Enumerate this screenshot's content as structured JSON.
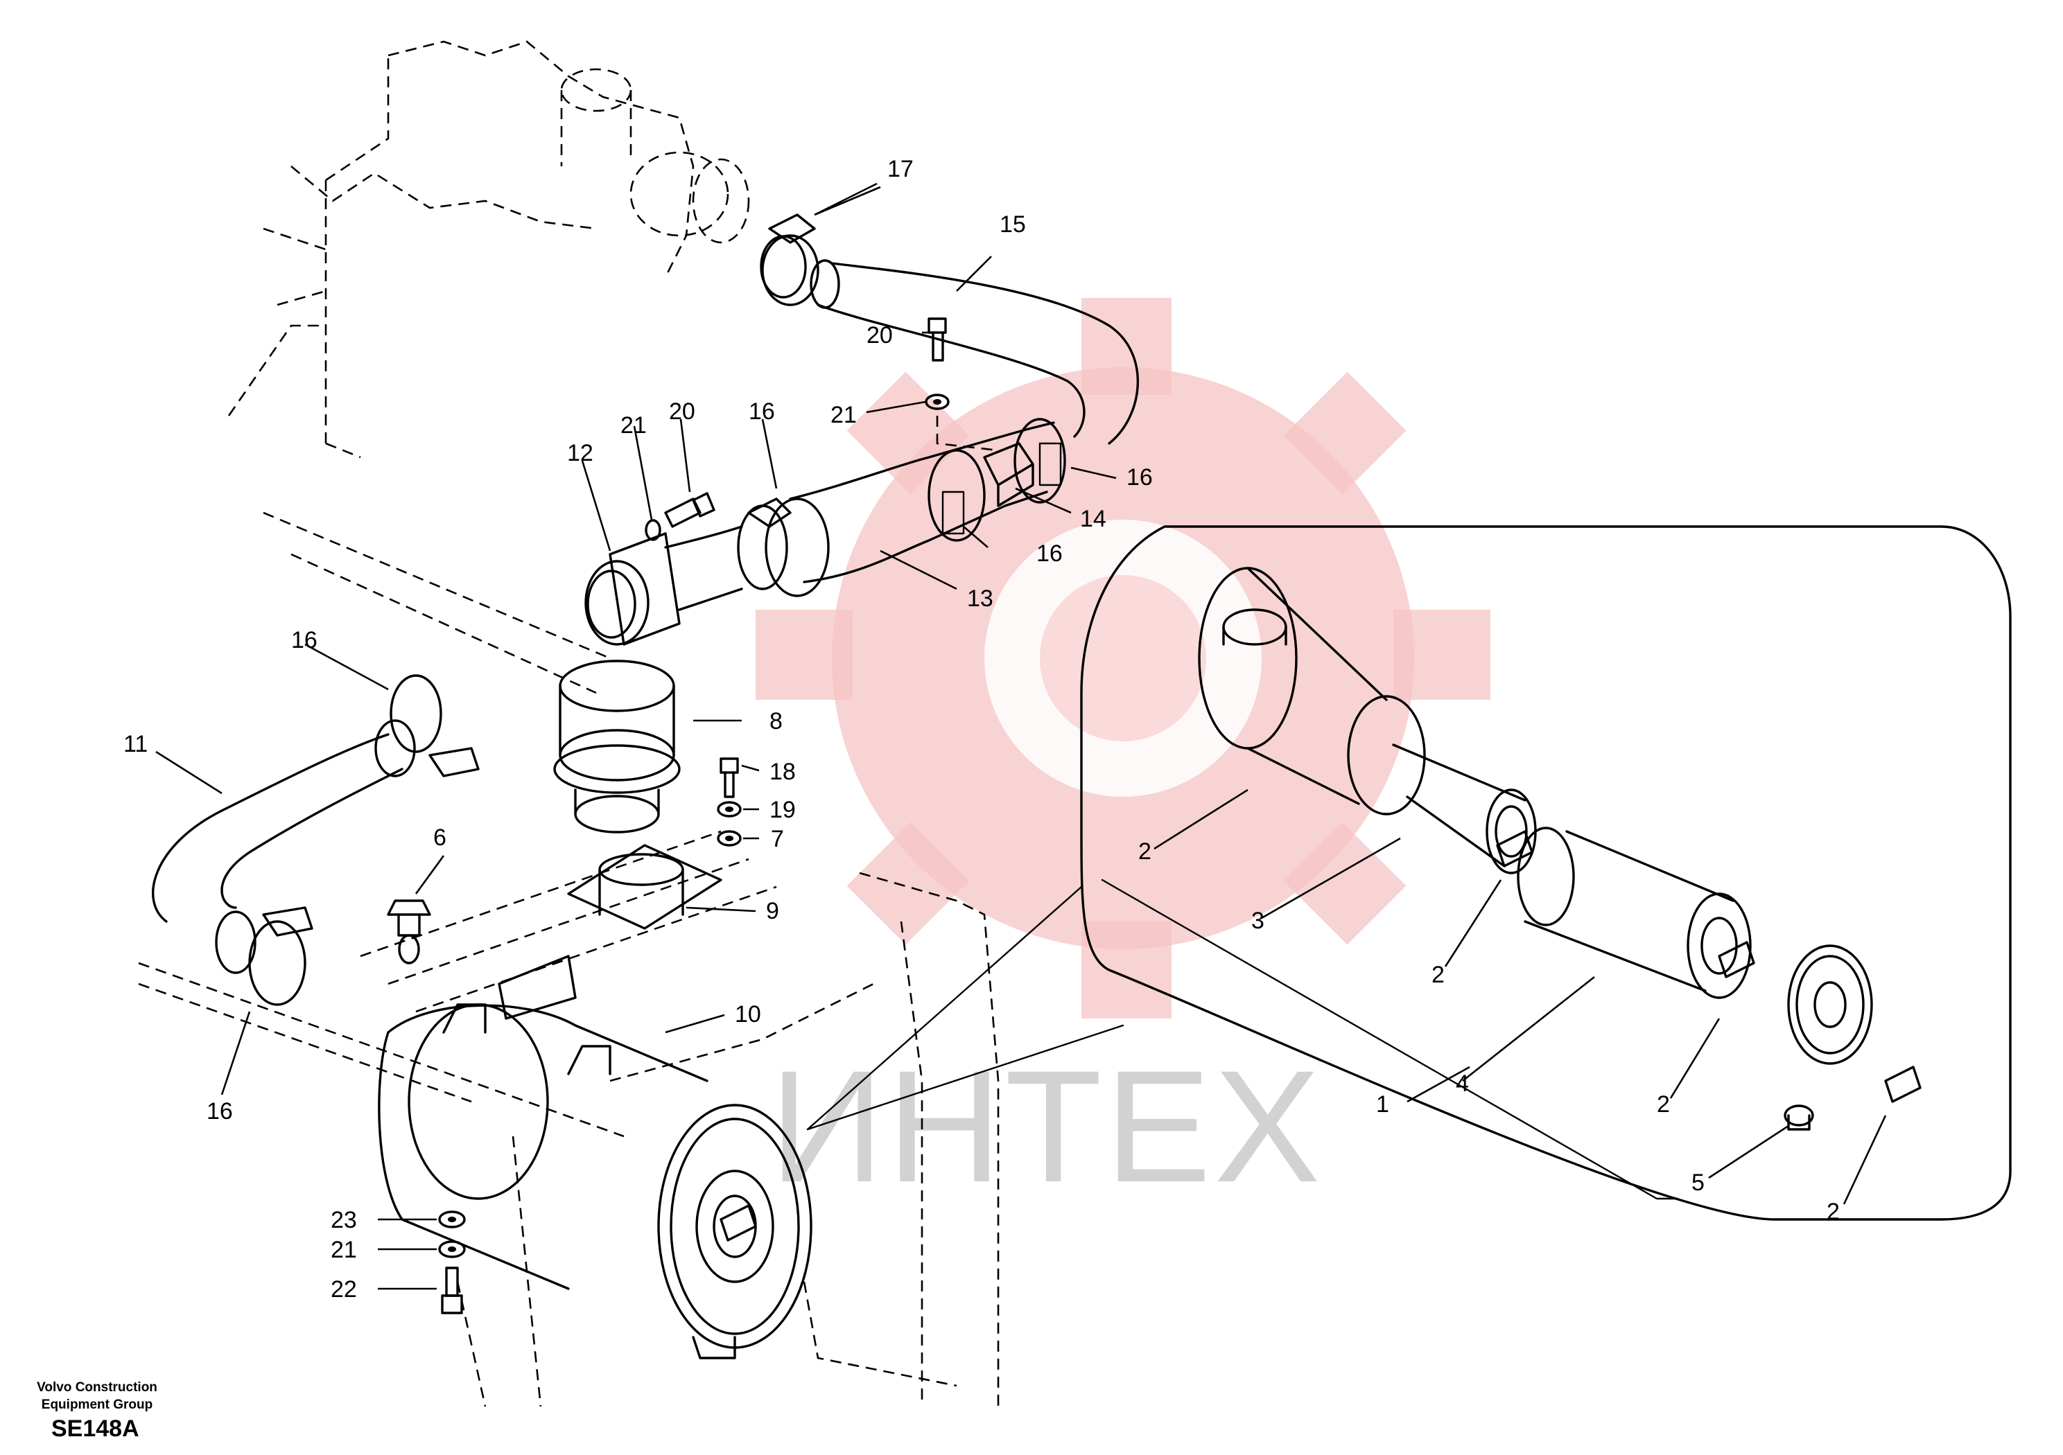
{
  "watermark": {
    "text": "ИНТЕХ",
    "gear_color": "#f6c4c4",
    "text_color": "#d2d2d2"
  },
  "footer": {
    "company_line1": "Volvo Construction",
    "company_line2": "Equipment Group",
    "figure_code": "SE148A"
  },
  "callouts": {
    "c17": "17",
    "c15": "15",
    "c20a": "20",
    "c21a": "21",
    "c21b": "21",
    "c20b": "20",
    "c16a": "16",
    "c12": "12",
    "c16b": "16",
    "c14": "14",
    "c16c": "16",
    "c13": "13",
    "c16d": "16",
    "c11": "11",
    "c8": "8",
    "c18": "18",
    "c19": "19",
    "c7": "7",
    "c6": "6",
    "c9": "9",
    "c10": "10",
    "c16e": "16",
    "c23": "23",
    "c21c": "21",
    "c22": "22",
    "c2a": "2",
    "c3": "3",
    "c2b": "2",
    "c4": "4",
    "c1": "1",
    "c2c": "2",
    "c5": "5",
    "c2d": "2"
  }
}
